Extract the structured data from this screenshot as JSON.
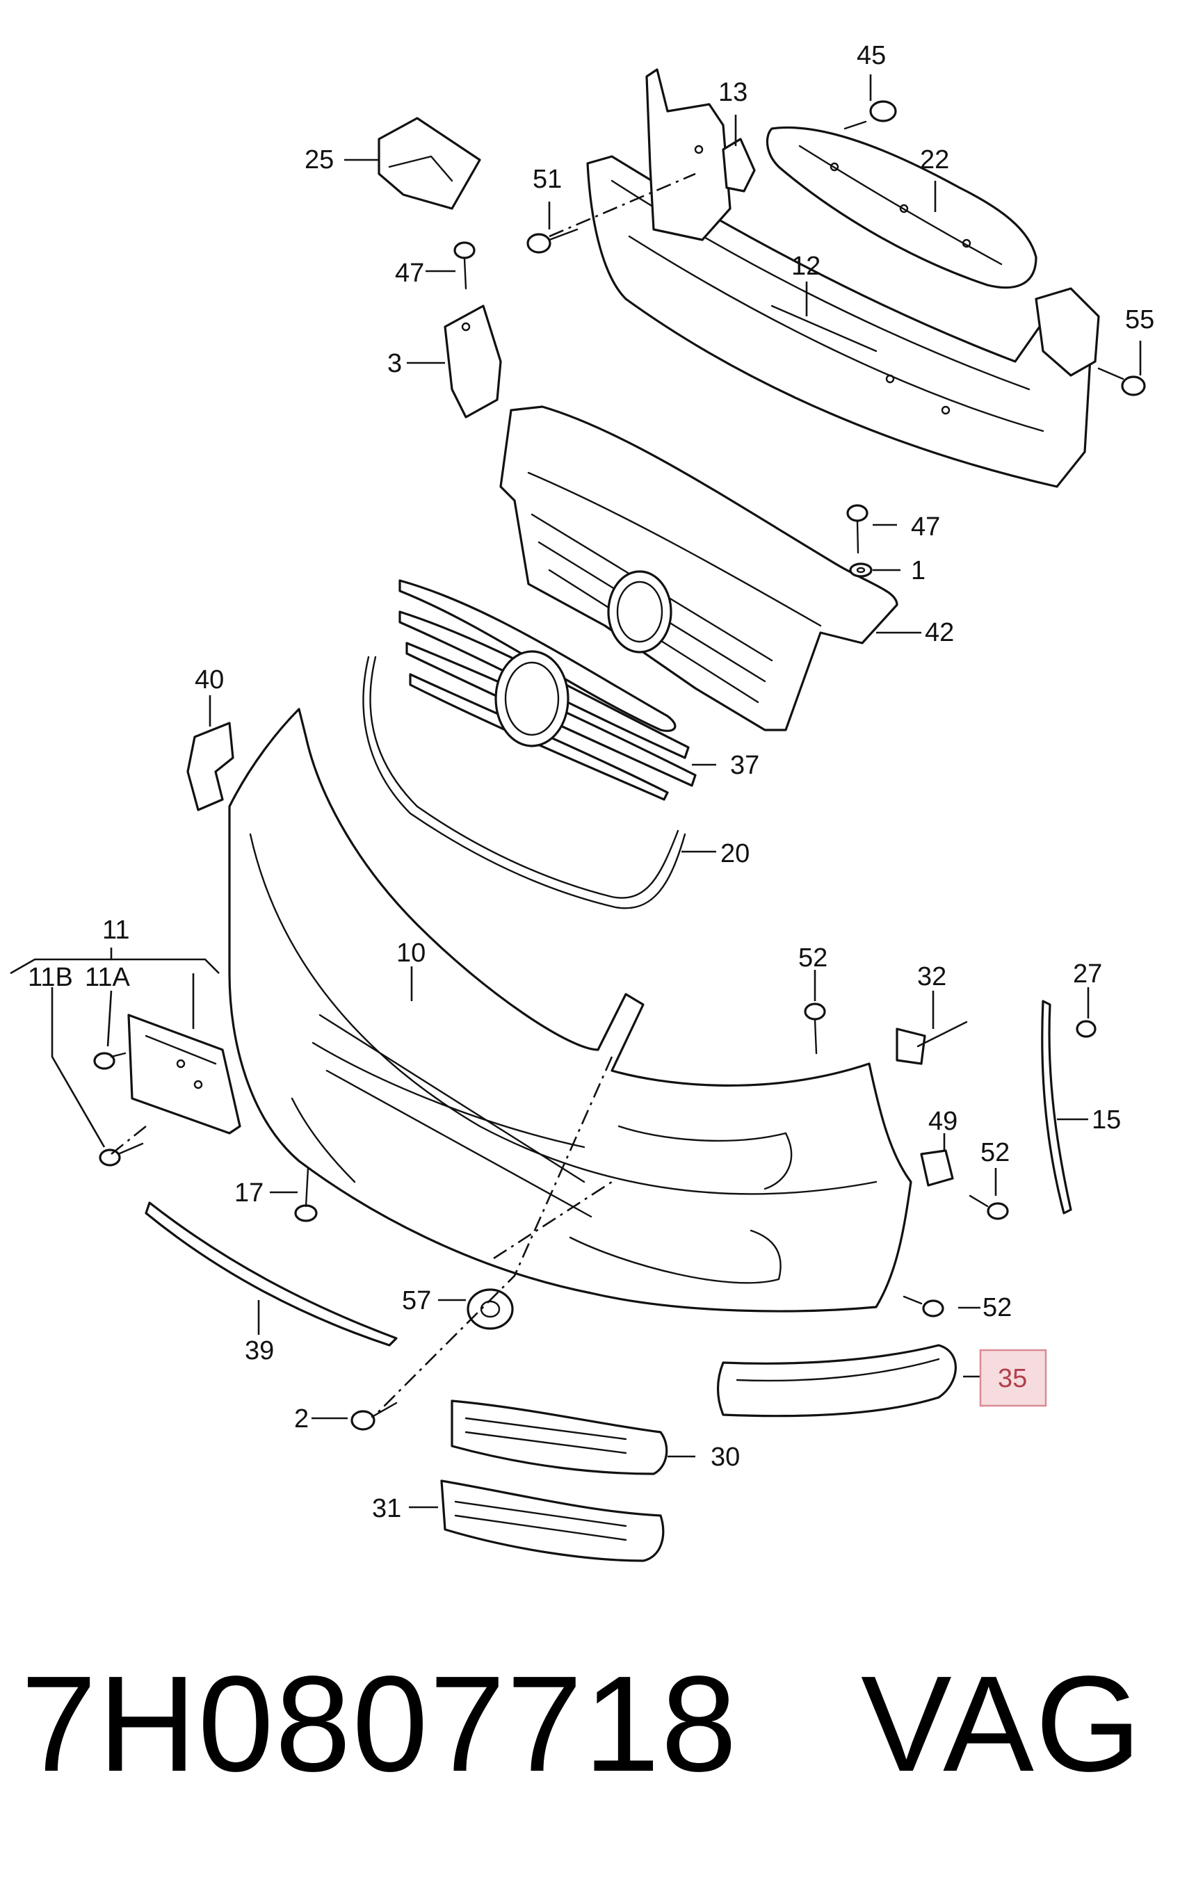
{
  "diagram": {
    "highlight_color": "#f6dcdf",
    "highlight_border": "#d98a93",
    "callouts": {
      "c1": "1",
      "c2": "2",
      "c3": "3",
      "c10": "10",
      "c11": "11",
      "c11a": "11A",
      "c11b": "11B",
      "c12": "12",
      "c13": "13",
      "c15": "15",
      "c17": "17",
      "c20": "20",
      "c22": "22",
      "c25": "25",
      "c27": "27",
      "c30": "30",
      "c31": "31",
      "c32": "32",
      "c35": "35",
      "c37": "37",
      "c39": "39",
      "c40": "40",
      "c42": "42",
      "c45": "45",
      "c47a": "47",
      "c47b": "47",
      "c49": "49",
      "c51": "51",
      "c52a": "52",
      "c52b": "52",
      "c52c": "52",
      "c55": "55",
      "c57": "57"
    }
  },
  "footer": {
    "part_number": "7H0807718",
    "brand": "VAG"
  }
}
